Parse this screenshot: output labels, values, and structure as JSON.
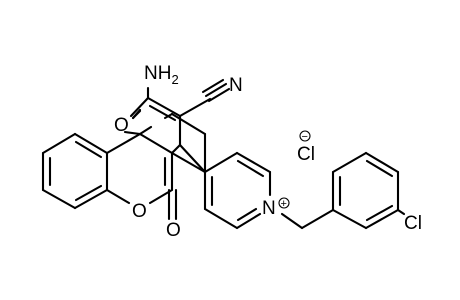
{
  "diagram": {
    "type": "chemical-structure",
    "atom_labels": {
      "nh2": "NH",
      "nh2_subscript": "2",
      "nitrile_n": "N",
      "ring_oxygen_top": "O",
      "ring_oxygen_bottom": "O",
      "carbonyl_oxygen": "O",
      "pyridinium_n": "N",
      "aryl_chlorine": "Cl",
      "chloride_ion": "Cl"
    },
    "charges": {
      "pyridinium": "+",
      "chloride": "−"
    }
  }
}
